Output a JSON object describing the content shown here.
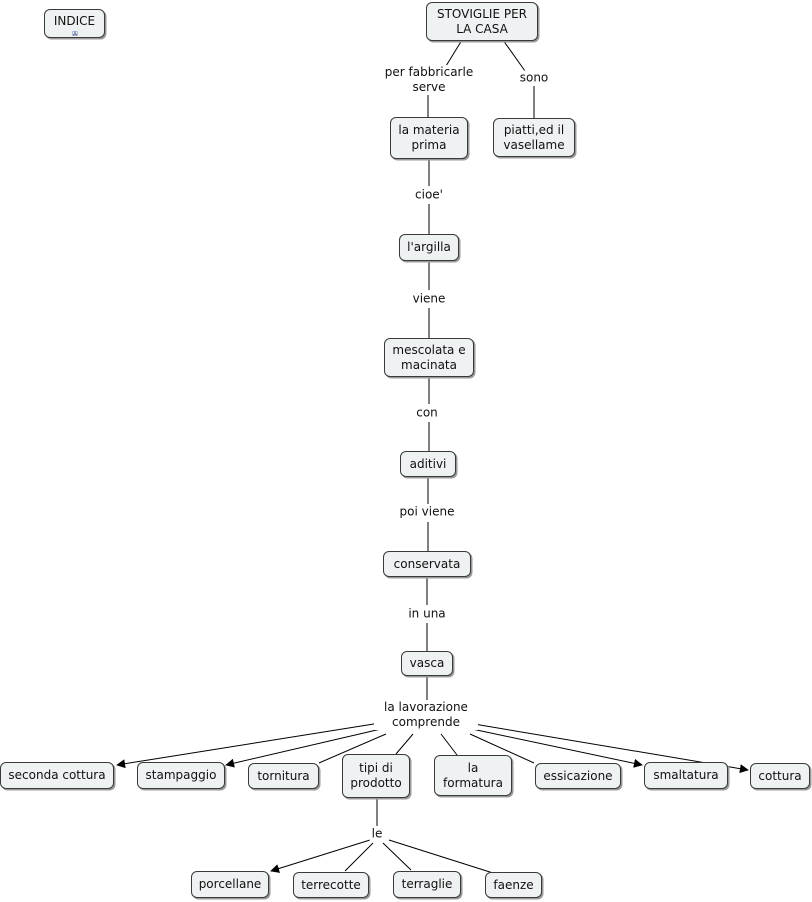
{
  "index": {
    "label": "INDICE",
    "icon": "hierarchy-map-icon"
  },
  "nodes": {
    "root": "STOVIGLIE PER LA CASA",
    "materia": "la materia prima",
    "piatti": "piatti,ed il vasellame",
    "argilla": "l'argilla",
    "mescolata": "mescolata e macinata",
    "aditivi": "aditivi",
    "conservata": "conservata",
    "vasca": "vasca",
    "seconda": "seconda cottura",
    "stampaggio": "stampaggio",
    "tornitura": "tornitura",
    "tipi": "tipi di prodotto",
    "formatura": "la formatura",
    "essicazione": "essicazione",
    "smaltatura": "smaltatura",
    "cottura": "cottura",
    "porcellane": "porcellane",
    "terrecotte": "terrecotte",
    "terraglie": "terraglie",
    "faenze": "faenze"
  },
  "links": {
    "per_fabbricarle": "per fabbricarle serve",
    "sono": "sono",
    "cioe": "cioe'",
    "viene": "viene",
    "con": "con",
    "poi_viene": "poi viene",
    "in_una": "in una",
    "lavorazione": "la lavorazione comprende",
    "le": "le"
  }
}
